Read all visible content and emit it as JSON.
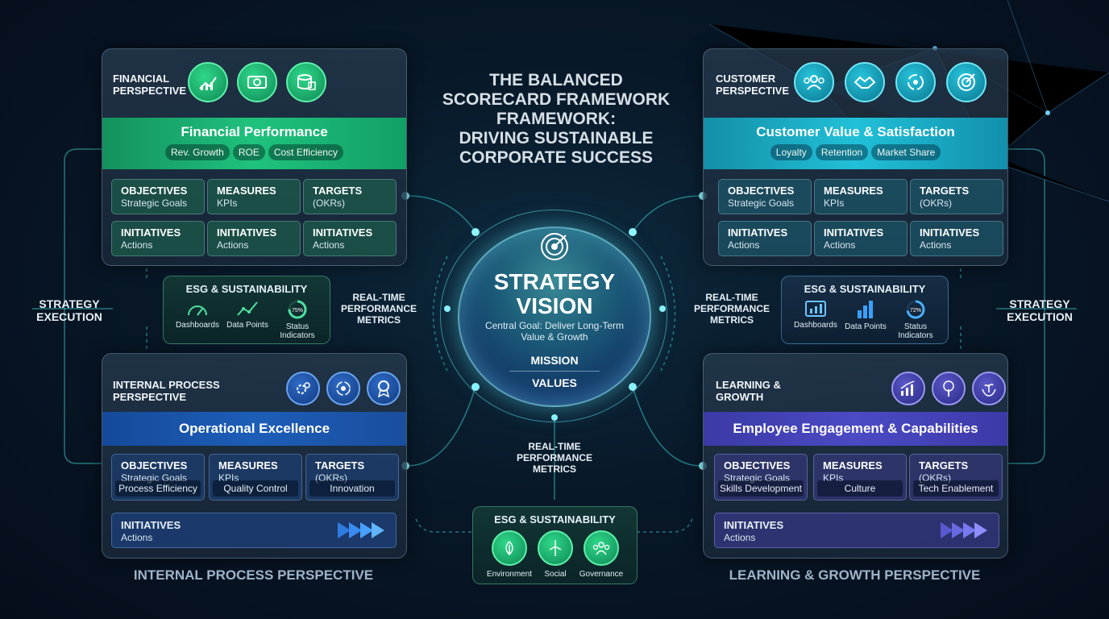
{
  "title": {
    "line1": "THE BALANCED",
    "line2": "SCORECARD FRAMEWORK",
    "line3": "FRAMEWORK:",
    "line4": "DRIVING SUSTAINABLE",
    "line5": "CORPORATE SUCCESS"
  },
  "center": {
    "title1": "STRATEGY",
    "title2": "VISION",
    "goal1": "Central Goal: Deliver Long-Term",
    "goal2": "Value & Growth",
    "mission": "MISSION",
    "values": "VALUES",
    "icon": "target-icon"
  },
  "side_labels": {
    "left1": "STRATEGY",
    "left2": "EXECUTION",
    "right1": "STRATEGY",
    "right2": "EXECUTION"
  },
  "metrics_labels": {
    "l1": "REAL-TIME",
    "l2": "PERFORMANCE",
    "l3": "METRICS"
  },
  "colors": {
    "green": "#1fb574",
    "teal": "#1fb8cf",
    "blue": "#1a5bb0",
    "purple": "#4a48b6"
  },
  "financial": {
    "title1": "FINANCIAL",
    "title2": "PERSPECTIVE",
    "icons": [
      "growth-chart-icon",
      "money-icon",
      "coins-icon"
    ],
    "band": "Financial Performance",
    "chips": [
      "Rev. Growth",
      "ROE",
      "Cost Efficiency"
    ],
    "cells": [
      {
        "h": "Objectives",
        "s": "Strategic Goals"
      },
      {
        "h": "Measures",
        "s": "KPIs"
      },
      {
        "h": "Targets",
        "s": "(OKRs)"
      },
      {
        "h": "Initiatives",
        "s": "Actions"
      },
      {
        "h": "Initiatives",
        "s": "Actions"
      },
      {
        "h": "Initiatives",
        "s": "Actions"
      }
    ]
  },
  "customer": {
    "title1": "CUSTOMER",
    "title2": "PERSPECTIVE",
    "icons": [
      "people-icon",
      "handshake-icon",
      "cycle-icon",
      "target-icon"
    ],
    "band": "Customer Value & Satisfaction",
    "chips": [
      "Loyalty",
      "Retention",
      "Market Share"
    ],
    "cells": [
      {
        "h": "Objectives",
        "s": "Strategic Goals"
      },
      {
        "h": "Measures",
        "s": "KPIs"
      },
      {
        "h": "Targets",
        "s": "(OKRs)"
      },
      {
        "h": "Initiatives",
        "s": "Actions"
      },
      {
        "h": "Initiatives",
        "s": "Actions"
      },
      {
        "h": "Initiatives",
        "s": "Actions"
      }
    ]
  },
  "internal": {
    "title1": "INTERNAL PROCESS",
    "title2": "PERSPECTIVE",
    "icons": [
      "gears-icon",
      "gear-cycle-icon",
      "award-icon"
    ],
    "band": "Operational Excellence",
    "cells": [
      {
        "h": "Objectives",
        "s": "Strategic Goals",
        "sub": "Process Efficiency"
      },
      {
        "h": "Measures",
        "s": "KPIs",
        "sub": "Quality Control"
      },
      {
        "h": "Targets",
        "s": "(OKRs)",
        "sub": "Innovation"
      }
    ],
    "initiative": {
      "h": "Initiatives",
      "s": "Actions"
    },
    "footer": "INTERNAL PROCESS PERSPECTIVE"
  },
  "learning": {
    "title1": "LEARNING &",
    "title2": "GROWTH",
    "icons": [
      "growth-bars-icon",
      "tree-icon",
      "hands-plant-icon"
    ],
    "band": "Employee Engagement & Capabilities",
    "cells": [
      {
        "h": "Objectives",
        "s": "Strategic Goals",
        "sub": "Skills Development"
      },
      {
        "h": "Measures",
        "s": "KPIs",
        "sub": "Culture"
      },
      {
        "h": "Targets",
        "s": "(OKRs)",
        "sub": "Tech Enablement"
      }
    ],
    "initiative": {
      "h": "Initiatives",
      "s": "Actions"
    },
    "footer": "LEARNING & GROWTH PERSPECTIVE"
  },
  "esg_left": {
    "title": "ESG & SUSTAINABILITY",
    "items": [
      "Dashboards",
      "Data Points",
      "Status Indicators"
    ],
    "status": "75%",
    "status_fraction": 0.75
  },
  "esg_right": {
    "title": "ESG & SUSTAINABILITY",
    "items": [
      "Dashboards",
      "Data Points",
      "Status Indicators"
    ],
    "status": "72%",
    "status_fraction": 0.72
  },
  "esg_bottom": {
    "title": "ESG & SUSTAINABILITY",
    "items": [
      "Environment",
      "Social",
      "Governance"
    ],
    "icons": [
      "leaf-icon",
      "wind-turbine-icon",
      "people-group-icon"
    ]
  }
}
